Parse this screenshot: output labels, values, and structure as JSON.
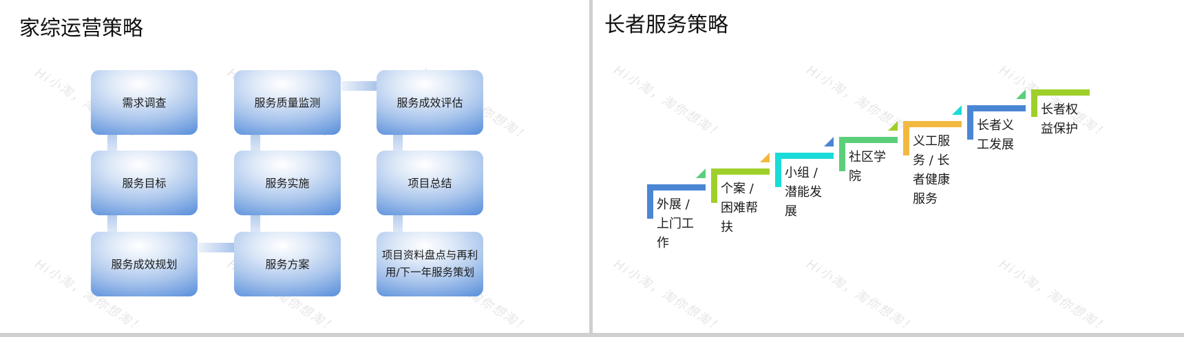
{
  "left": {
    "title": "家综运营策略",
    "boxes": [
      {
        "label": "需求调查"
      },
      {
        "label": "服务目标"
      },
      {
        "label": "服务成效规划"
      },
      {
        "label": "服务方案"
      },
      {
        "label": "服务实施"
      },
      {
        "label": "服务质量监测"
      },
      {
        "label": "服务成效评估"
      },
      {
        "label": "项目总结"
      },
      {
        "label": "项目资料盘点与再利用/下一年服务策划"
      }
    ]
  },
  "right": {
    "title": "长者服务策略",
    "steps": [
      {
        "label": "外展 / 上门工作",
        "bar_color": "#4a86d4",
        "tri_color": "#5ccf7a"
      },
      {
        "label": "个案 / 困难帮扶",
        "bar_color": "#9fcf2a",
        "tri_color": "#f2b940"
      },
      {
        "label": "小组 / 潜能发展",
        "bar_color": "#19dcd8",
        "tri_color": "#4a86d4"
      },
      {
        "label": "社区学院",
        "bar_color": "#5ccf7a",
        "tri_color": "#9fcf2a"
      },
      {
        "label": "义工服务 / 长者健康服务",
        "bar_color": "#f2b940",
        "tri_color": "#19dcd8"
      },
      {
        "label": "长者义工发展",
        "bar_color": "#4a86d4",
        "tri_color": "#5ccf7a"
      },
      {
        "label": "长者权益保护",
        "bar_color": "#9fcf2a",
        "tri_color": null
      }
    ]
  },
  "watermark": {
    "text": "Hi小淘，淘你想淘！"
  }
}
